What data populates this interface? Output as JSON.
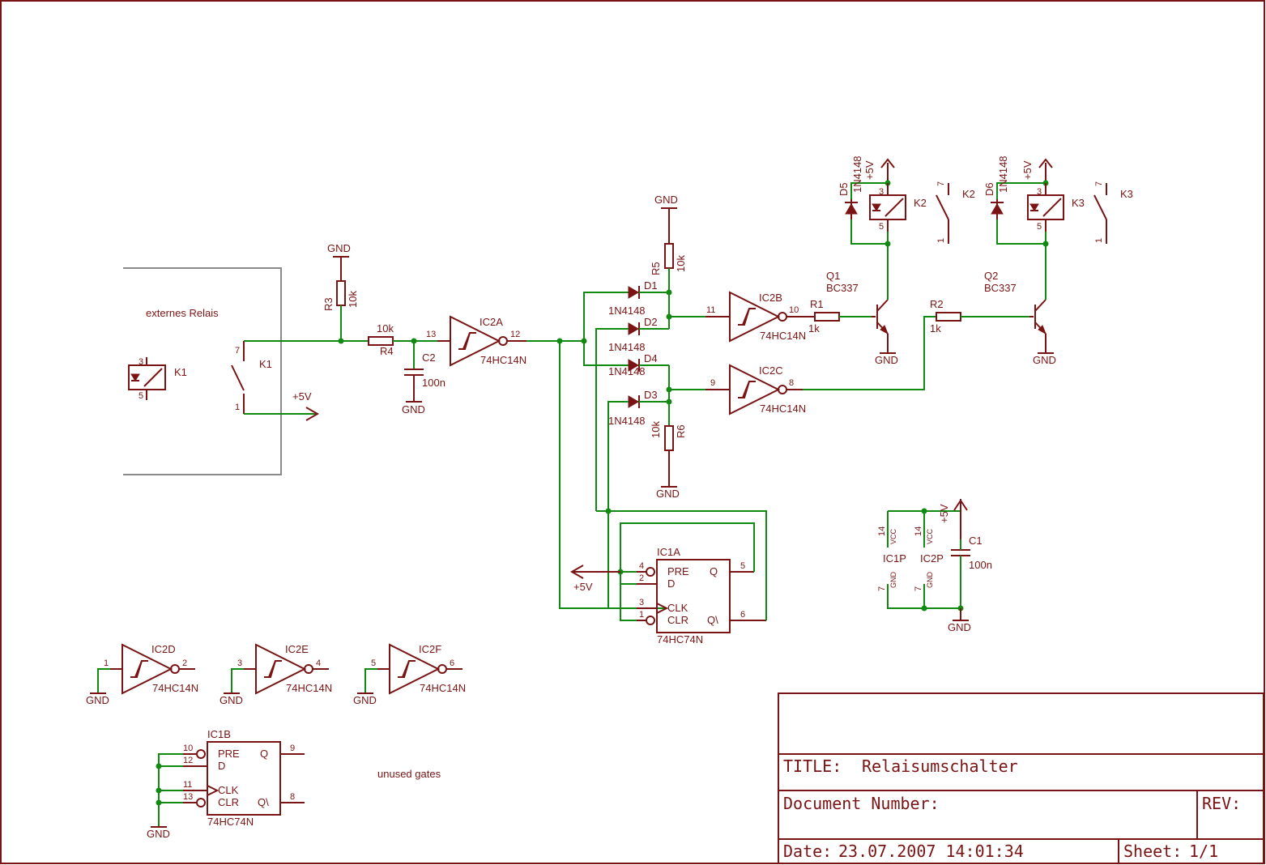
{
  "title_block": {
    "title_label": "TITLE:",
    "title_value": "Relaisumschalter",
    "doc_number_label": "Document Number:",
    "rev_label": "REV:",
    "date_label": "Date:",
    "date_value": "23.07.2007 14:01:34",
    "sheet_label": "Sheet:",
    "sheet_value": "1/1"
  },
  "notes": {
    "external_relay": "externes Relais",
    "unused_gates": "unused gates"
  },
  "nets": {
    "gnd": "GND",
    "vcc": "+5V"
  },
  "parts": {
    "K1": "K1",
    "K2": "K2",
    "K3": "K3",
    "R1": "R1",
    "R1_val": "1k",
    "R2": "R2",
    "R2_val": "1k",
    "R3": "R3",
    "R3_val": "10k",
    "R4": "R4",
    "R4_val": "10k",
    "R5": "R5",
    "R5_val": "10k",
    "R6": "R6",
    "R6_val": "10k",
    "C1": "C1",
    "C1_val": "100n",
    "C2": "C2",
    "C2_val": "100n",
    "D1": "D1",
    "D2": "D2",
    "D3": "D3",
    "D4": "D4",
    "D5": "D5",
    "D6": "D6",
    "diode_val": "1N4148",
    "Q1": "Q1",
    "Q2": "Q2",
    "transistor_val": "BC337",
    "IC2A": "IC2A",
    "IC2B": "IC2B",
    "IC2C": "IC2C",
    "IC2D": "IC2D",
    "IC2E": "IC2E",
    "IC2F": "IC2F",
    "inverter_val": "74HC14N",
    "IC1A": "IC1A",
    "IC1B": "IC1B",
    "ff_val": "74HC74N",
    "IC1P": "IC1P",
    "IC2P": "IC2P"
  },
  "pins": {
    "ff": {
      "pre": "PRE",
      "d": "D",
      "clk": "CLK",
      "clr": "CLR",
      "q": "Q",
      "qn": "Q\\"
    },
    "vcc": "VCC",
    "gnd": "GND",
    "n1": "1",
    "n2": "2",
    "n3": "3",
    "n4": "4",
    "n5": "5",
    "n6": "6",
    "n7": "7",
    "n8": "8",
    "n9": "9",
    "n10": "10",
    "n11": "11",
    "n12": "12",
    "n13": "13",
    "n14": "14"
  }
}
